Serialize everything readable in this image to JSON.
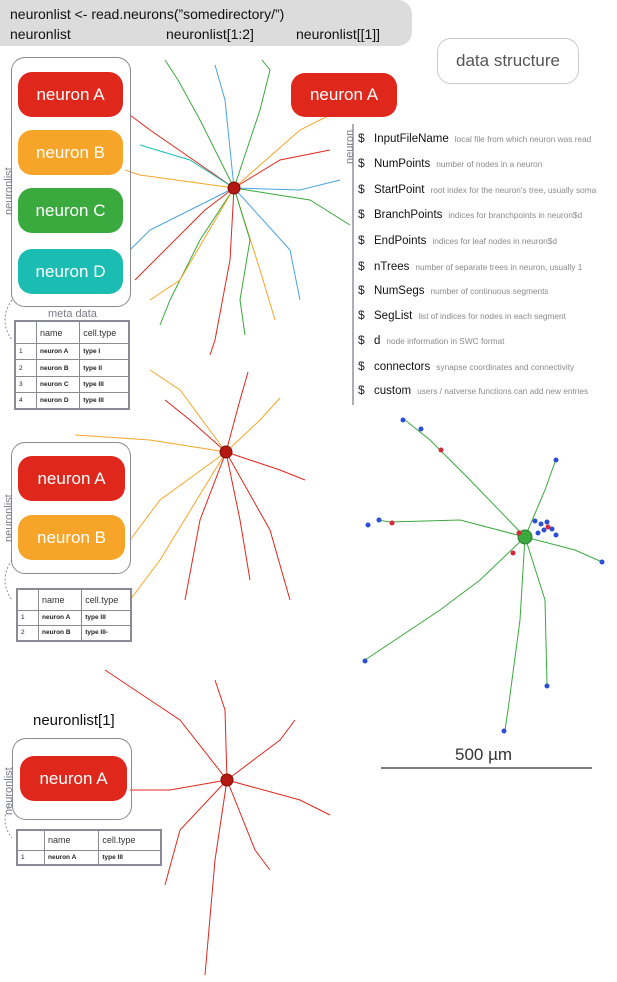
{
  "code": {
    "line1": "neuronlist <- read.neurons(”somedirectory/”)",
    "line2_a": "neuronlist",
    "line2_b": "neuronlist[1:2]",
    "line2_c": "neuronlist[[1]]"
  },
  "panel1": {
    "list_label": "neuronlist",
    "meta_label": "meta data",
    "items": [
      {
        "label": "neuron A",
        "color": "#e0271c"
      },
      {
        "label": "neuron B",
        "color": "#f7a529"
      },
      {
        "label": "neuron C",
        "color": "#3aa93e"
      },
      {
        "label": "neuron D",
        "color": "#1bbdb3"
      }
    ],
    "table": {
      "headers": [
        "name",
        "cell.type"
      ],
      "rows": [
        [
          "1",
          "neuron A",
          "type I"
        ],
        [
          "2",
          "neuron B",
          "type II"
        ],
        [
          "3",
          "neuron C",
          "type III"
        ],
        [
          "4",
          "neuron D",
          "type III"
        ]
      ]
    }
  },
  "panel2": {
    "list_label": "neuronlist",
    "items": [
      {
        "label": "neuron A",
        "color": "#e0271c"
      },
      {
        "label": "neuron B",
        "color": "#f7a529"
      }
    ],
    "table": {
      "headers": [
        "name",
        "cell.type"
      ],
      "rows": [
        [
          "1",
          "neuron A",
          "type III"
        ],
        [
          "2",
          "neuron B",
          "type III-"
        ]
      ]
    }
  },
  "panel3": {
    "title": "neuronlist[1]",
    "list_label": "neuronlist",
    "items": [
      {
        "label": "neuron A",
        "color": "#e0271c"
      }
    ],
    "table": {
      "headers": [
        "name",
        "cell.type"
      ],
      "rows": [
        [
          "1",
          "neuron A",
          "type III"
        ]
      ]
    }
  },
  "structure": {
    "title": "data structure",
    "neuron_label": "neuron A",
    "side_label": "neuron",
    "fields": [
      {
        "name": "InputFileName",
        "desc": "local file from which neuron was read"
      },
      {
        "name": "NumPoints",
        "desc": "number of nodes in a neuron"
      },
      {
        "name": "StartPoint",
        "desc": "root index for the neuron's tree, usually soma"
      },
      {
        "name": "BranchPoints",
        "desc": "indices for branchpoints in neuron$d"
      },
      {
        "name": "EndPoints",
        "desc": "indices for leaf nodes in neuron$d"
      },
      {
        "name": "nTrees",
        "desc": "number of separate trees in neuron, usually 1"
      },
      {
        "name": "NumSegs",
        "desc": "number of continuous segments"
      },
      {
        "name": "SegList",
        "desc": "list of indices for nodes in each segment"
      },
      {
        "name": "d",
        "desc": "node information in SWC format"
      },
      {
        "name": "connectors",
        "desc": "synapse coordinates and connectivity"
      },
      {
        "name": "custom",
        "desc": "users / natverse functions can add new entries"
      }
    ]
  },
  "scale": {
    "label": "500 µm"
  },
  "colors": {
    "red": "#e0271c",
    "orange": "#f7a529",
    "green": "#3aa93e",
    "teal": "#1bbdb3",
    "blue": "#4aa3de",
    "border": "#8a8a94",
    "code_bg": "#dcdcdc"
  }
}
